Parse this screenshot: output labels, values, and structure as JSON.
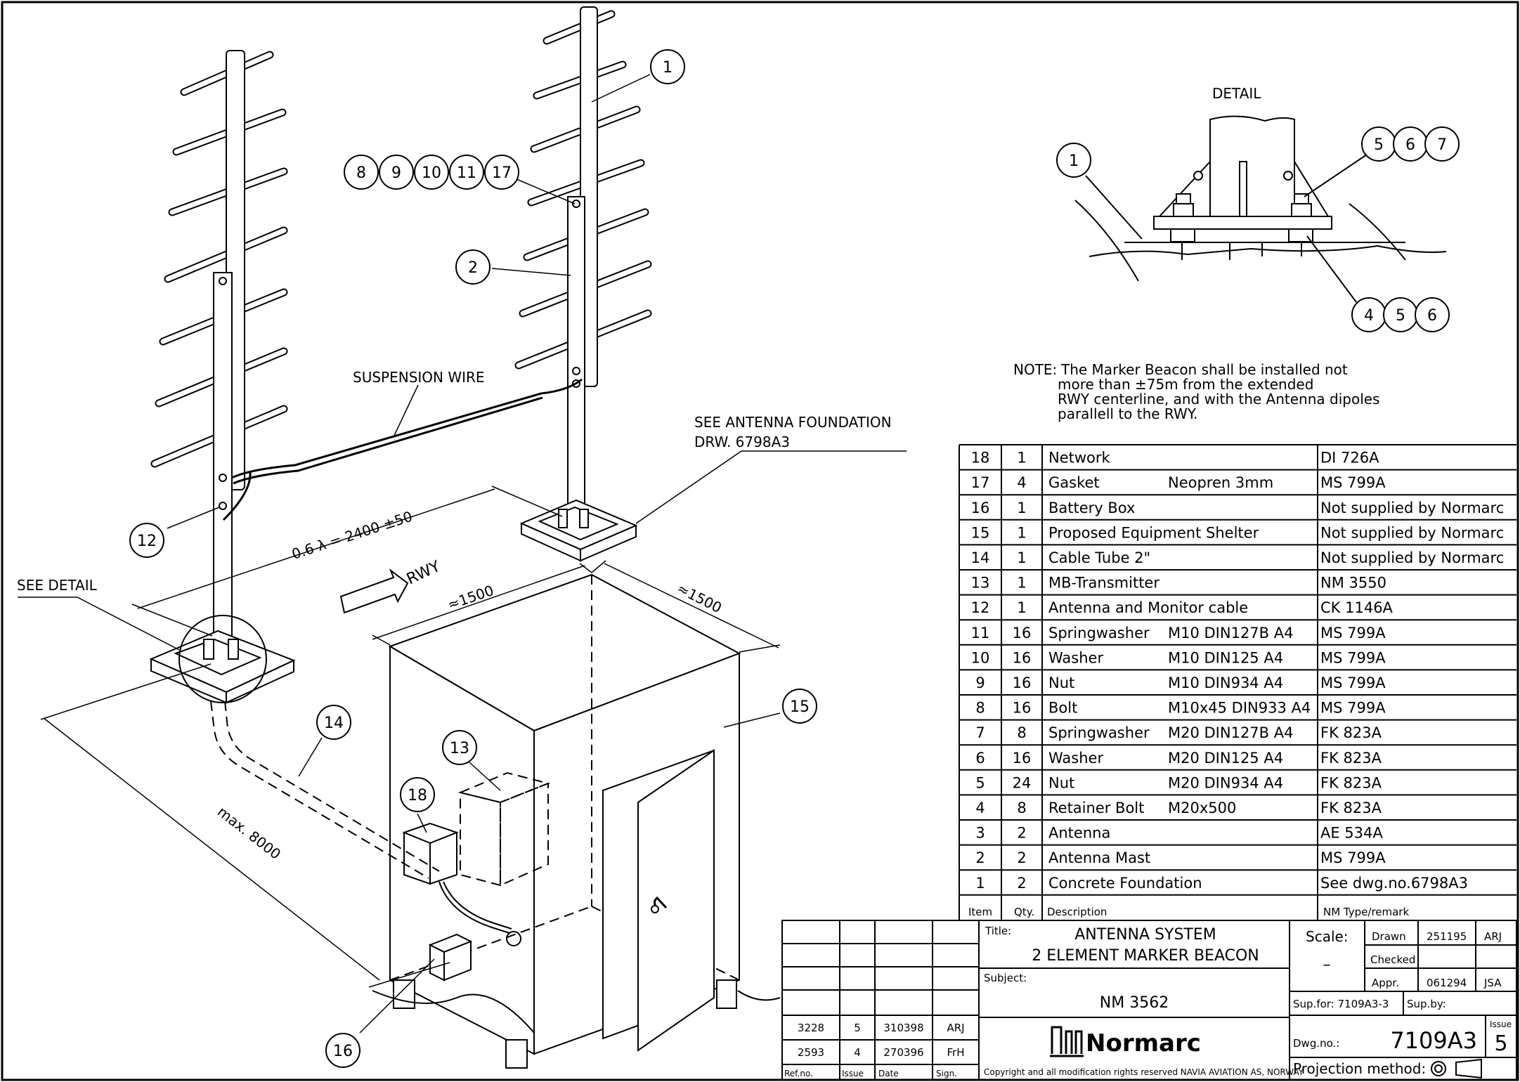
{
  "diagram": {
    "detail_heading": "DETAIL",
    "labels": {
      "suspension_wire": "SUSPENSION WIRE",
      "see_foundation_1": "SEE ANTENNA FOUNDATION",
      "see_foundation_2": "DRW. 6798A3",
      "see_detail": "SEE DETAIL",
      "rwy": "RWY",
      "dim_spacing": "0.6 λ = 2400 ±50",
      "dim_width": "≈1500",
      "dim_depth": "≈1500",
      "dim_max": "max. 8000"
    },
    "note": {
      "prefix": "NOTE:",
      "line1": "The Marker Beacon shall be installed not",
      "line2": "more than ±75m from the extended",
      "line3": "RWY centerline, and with the Antenna dipoles",
      "line4": "parallell to the RWY."
    },
    "callouts": {
      "c1": "1",
      "c2": "2",
      "c8": "8",
      "c9": "9",
      "c10": "10",
      "c11": "11",
      "c17": "17",
      "c12": "12",
      "c13": "13",
      "c14": "14",
      "c15": "15",
      "c16": "16",
      "c18": "18",
      "d1": "1",
      "d5": "5",
      "d6": "6",
      "d7": "7",
      "d4b": "4",
      "d5b": "5",
      "d6b": "6"
    }
  },
  "parts_list": {
    "headers": {
      "item": "Item",
      "qty": "Qty.",
      "description": "Description",
      "type": "NM Type/remark"
    },
    "rows": [
      {
        "item": "18",
        "qty": "1",
        "desc": "Network",
        "spec": "",
        "type": "DI 726A"
      },
      {
        "item": "17",
        "qty": "4",
        "desc": "Gasket",
        "spec": "Neopren 3mm",
        "type": "MS 799A"
      },
      {
        "item": "16",
        "qty": "1",
        "desc": "Battery Box",
        "spec": "",
        "type": "Not supplied by Normarc"
      },
      {
        "item": "15",
        "qty": "1",
        "desc": "Proposed Equipment Shelter",
        "spec": "",
        "type": "Not supplied by Normarc"
      },
      {
        "item": "14",
        "qty": "1",
        "desc": "Cable Tube 2\"",
        "spec": "",
        "type": "Not supplied by Normarc"
      },
      {
        "item": "13",
        "qty": "1",
        "desc": "MB-Transmitter",
        "spec": "",
        "type": "NM 3550"
      },
      {
        "item": "12",
        "qty": "1",
        "desc": "Antenna and Monitor cable",
        "spec": "",
        "type": "CK 1146A"
      },
      {
        "item": "11",
        "qty": "16",
        "desc": "Springwasher",
        "spec": "M10 DIN127B A4",
        "type": "MS 799A"
      },
      {
        "item": "10",
        "qty": "16",
        "desc": "Washer",
        "spec": "M10 DIN125 A4",
        "type": "MS 799A"
      },
      {
        "item": "9",
        "qty": "16",
        "desc": "Nut",
        "spec": "M10 DIN934 A4",
        "type": "MS 799A"
      },
      {
        "item": "8",
        "qty": "16",
        "desc": "Bolt",
        "spec": "M10x45 DIN933 A4",
        "type": "MS 799A"
      },
      {
        "item": "7",
        "qty": "8",
        "desc": "Springwasher",
        "spec": "M20 DIN127B A4",
        "type": "FK 823A"
      },
      {
        "item": "6",
        "qty": "16",
        "desc": "Washer",
        "spec": "M20 DIN125 A4",
        "type": "FK 823A"
      },
      {
        "item": "5",
        "qty": "24",
        "desc": "Nut",
        "spec": "M20 DIN934 A4",
        "type": "FK 823A"
      },
      {
        "item": "4",
        "qty": "8",
        "desc": "Retainer Bolt",
        "spec": "M20x500",
        "type": "FK 823A"
      },
      {
        "item": "3",
        "qty": "2",
        "desc": "Antenna",
        "spec": "",
        "type": "AE 534A"
      },
      {
        "item": "2",
        "qty": "2",
        "desc": "Antenna Mast",
        "spec": "",
        "type": "MS 799A"
      },
      {
        "item": "1",
        "qty": "2",
        "desc": "Concrete Foundation",
        "spec": "",
        "type": "See dwg.no.6798A3"
      }
    ]
  },
  "title_block": {
    "title_label": "Title:",
    "title_line1": "ANTENNA SYSTEM",
    "title_line2": "2 ELEMENT MARKER BEACON",
    "subject_label": "Subject:",
    "subject": "NM 3562",
    "scale_label": "Scale:",
    "scale_value": "–",
    "drawn_label": "Drawn",
    "drawn_date": "251195",
    "drawn_sign": "ARJ",
    "checked_label": "Checked",
    "appr_label": "Appr.",
    "appr_date": "061294",
    "appr_sign": "JSA",
    "sup_for": "Sup.for: 7109A3-3",
    "sup_by": "Sup.by:",
    "dwg_label": "Dwg.no.:",
    "dwg_no": "7109A3",
    "issue_label": "Issue",
    "issue_no": "5",
    "projection": "Projection method:",
    "company": "Normarc",
    "copyright": "Copyright and all modification rights reserved NAVIA AVIATION AS, NORWAY",
    "revisions": [
      {
        "ref": "3228",
        "issue": "5",
        "date": "310398",
        "sign": "ARJ"
      },
      {
        "ref": "2593",
        "issue": "4",
        "date": "270396",
        "sign": "FrH"
      }
    ],
    "rev_headers": {
      "ref": "Ref.no.",
      "issue": "Issue",
      "date": "Date",
      "sign": "Sign."
    }
  }
}
